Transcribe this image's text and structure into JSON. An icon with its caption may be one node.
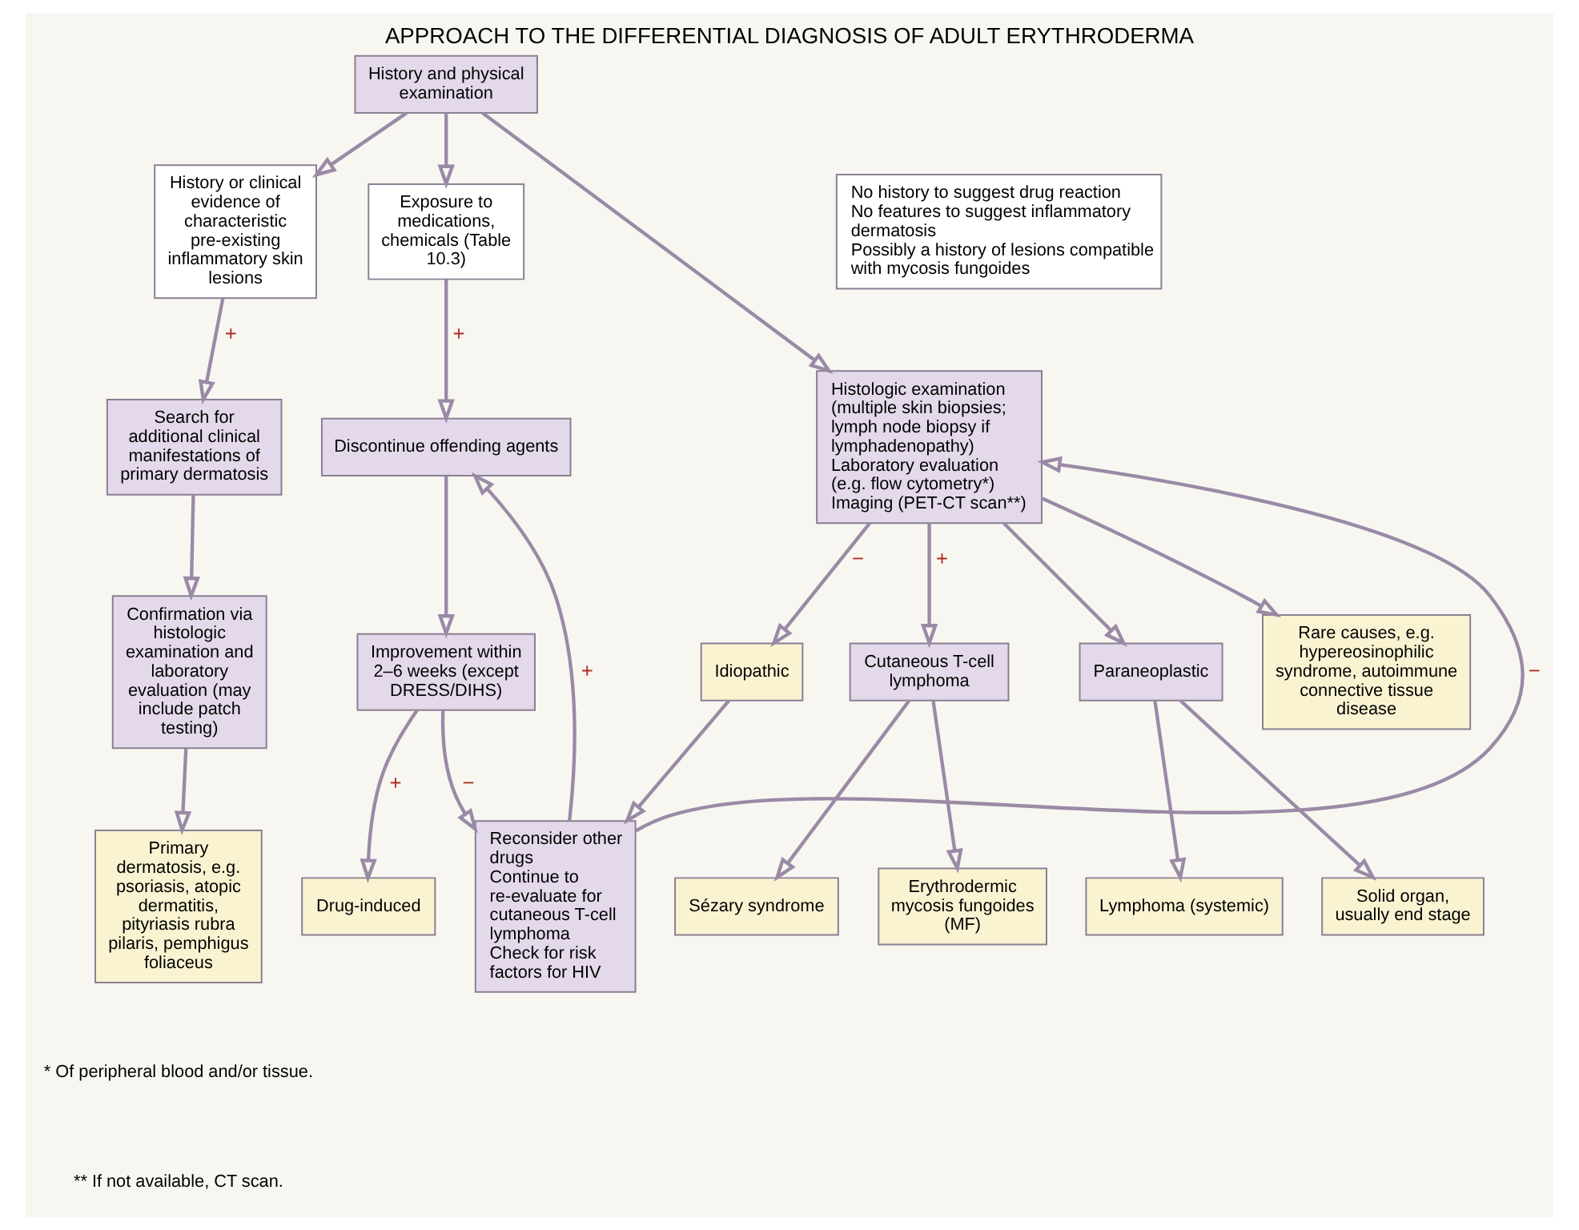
{
  "diagram": {
    "title": "APPROACH TO THE DIFFERENTIAL DIAGNOSIS OF ADULT ERYTHRODERMA",
    "nodes": [
      {
        "text": [
          "History and physical examination"
        ]
      },
      {
        "text": [
          "History or clinical evidence of characteristic pre-existing inflammatory skin lesions"
        ]
      },
      {
        "text": [
          "Exposure to medications, chemicals (Table 10.3)"
        ]
      },
      {
        "text": [
          "No history to suggest drug reaction",
          "No features to suggest inflammatory dermatosis",
          "Possibly a history of lesions compatible with mycosis fungoides"
        ]
      },
      {
        "text": [
          "Search for additional clinical manifestations of primary dermatosis"
        ]
      },
      {
        "text": [
          "Discontinue offending agents"
        ]
      },
      {
        "text": [
          "Histologic examination (multiple skin biopsies; lymph node biopsy if lymphadenopathy)",
          "Laboratory evaluation (e.g. flow cytometry*)",
          "Imaging (PET-CT scan**)"
        ]
      },
      {
        "text": [
          "Confirmation via histologic examination and laboratory evaluation (may include patch testing)"
        ]
      },
      {
        "text": [
          "Improvement within 2–6 weeks (except DRESS/DIHS)"
        ]
      },
      {
        "text": [
          "Idiopathic"
        ]
      },
      {
        "text": [
          "Cutaneous T-cell lymphoma"
        ]
      },
      {
        "text": [
          "Paraneoplastic"
        ]
      },
      {
        "text": [
          "Rare causes, e.g. hypereosinophilic syndrome, autoimmune connective tissue disease"
        ]
      },
      {
        "text": [
          "Reconsider other drugs",
          "Continue to re-evaluate for cutaneous T-cell lymphoma",
          "Check for risk factors for HIV"
        ]
      },
      {
        "text": [
          "Primary dermatosis, e.g. psoriasis, atopic dermatitis, pityriasis rubra pilaris, pemphigus foliaceus"
        ]
      },
      {
        "text": [
          "Drug-induced"
        ]
      },
      {
        "text": [
          "Sézary syndrome"
        ]
      },
      {
        "text": [
          "Erythrodermic mycosis fungoides (MF)"
        ]
      },
      {
        "text": [
          "Lymphoma (systemic)"
        ]
      },
      {
        "text": [
          "Solid organ, usually end stage"
        ]
      }
    ],
    "edges": [
      {
        "from": 0,
        "to": 1,
        "arrow": "to"
      },
      {
        "from": 0,
        "to": 2,
        "arrow": "to"
      },
      {
        "from": 0,
        "to": 6,
        "arrow": "to"
      },
      {
        "from": 1,
        "to": 4,
        "arrow": "to",
        "label": "+"
      },
      {
        "from": 2,
        "to": 5,
        "arrow": "to",
        "label": "+"
      },
      {
        "from": 4,
        "to": 7,
        "arrow": "to"
      },
      {
        "from": 7,
        "to": 14,
        "arrow": "to"
      },
      {
        "from": 5,
        "to": 8,
        "arrow": "to"
      },
      {
        "from": 8,
        "to": 15,
        "arrow": "to",
        "label": "+"
      },
      {
        "from": 8,
        "to": 13,
        "arrow": "to",
        "label": "−"
      },
      {
        "from": 13,
        "to": 5,
        "arrow": "to",
        "label": "+"
      },
      {
        "from": 13,
        "to": 6,
        "arrow": "to",
        "label": "−"
      },
      {
        "from": 6,
        "to": 9,
        "arrow": "to",
        "label": "−"
      },
      {
        "from": 6,
        "to": 10,
        "arrow": "to",
        "label": "+"
      },
      {
        "from": 6,
        "to": 11,
        "arrow": "to"
      },
      {
        "from": 6,
        "to": 12,
        "arrow": "to"
      },
      {
        "from": 9,
        "to": 13,
        "arrow": "to"
      },
      {
        "from": 10,
        "to": 16,
        "arrow": "to"
      },
      {
        "from": 10,
        "to": 17,
        "arrow": "to"
      },
      {
        "from": 11,
        "to": 18,
        "arrow": "to"
      },
      {
        "from": 11,
        "to": 19,
        "arrow": "to"
      }
    ],
    "labels": [
      "* Of peripheral blood and/or tissue.",
      "** If not available, CT scan."
    ]
  }
}
